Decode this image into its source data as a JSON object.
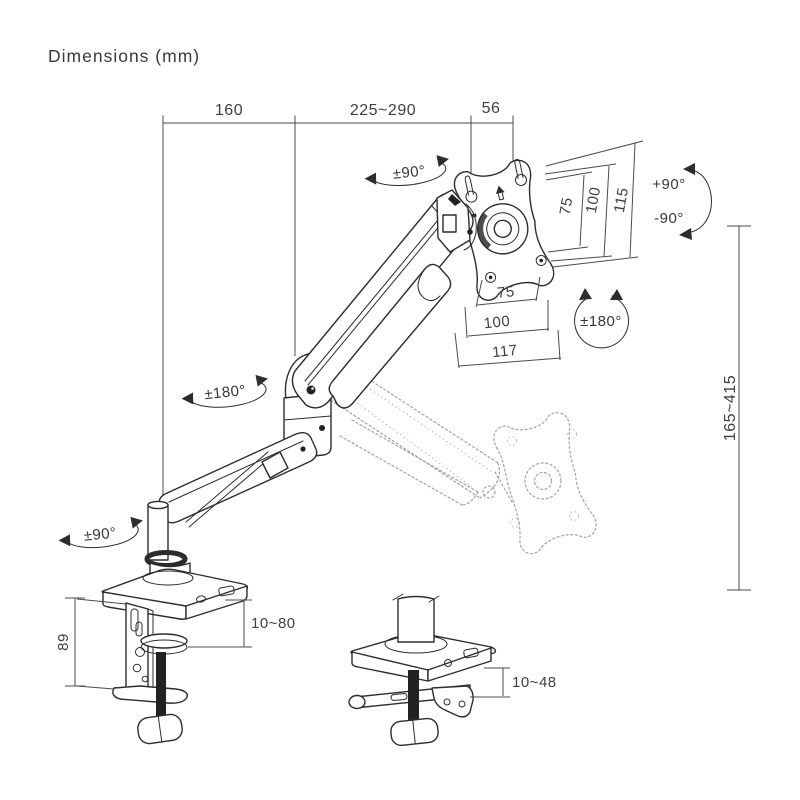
{
  "title": "Dimensions (mm)",
  "colors": {
    "line": "#2d2d2d",
    "dimension_line": "#4b4b4b",
    "text": "#3f3f3f",
    "ghost": "#a3a3a3",
    "background": "#ffffff"
  },
  "dimensions": {
    "arm_rear_reach": "160",
    "arm_front_reach": "225~290",
    "head_depth": "56",
    "vesa_vert_inner": "75",
    "vesa_vert_mid": "100",
    "vesa_vert_outer": "115",
    "vesa_horiz_inner": "75",
    "vesa_horiz_mid": "100",
    "vesa_horiz_outer": "117",
    "height_range": "165~415",
    "clamp_bracket_height": "89",
    "clamp_thickness_range": "10~80",
    "grommet_thickness_range": "10~48"
  },
  "rotations": {
    "head_swivel": "±90°",
    "tilt_up": "+90°",
    "tilt_down": "-90°",
    "vesa_rotation": "±180°",
    "arm_swivel": "±180°",
    "base_swivel": "±90°"
  }
}
